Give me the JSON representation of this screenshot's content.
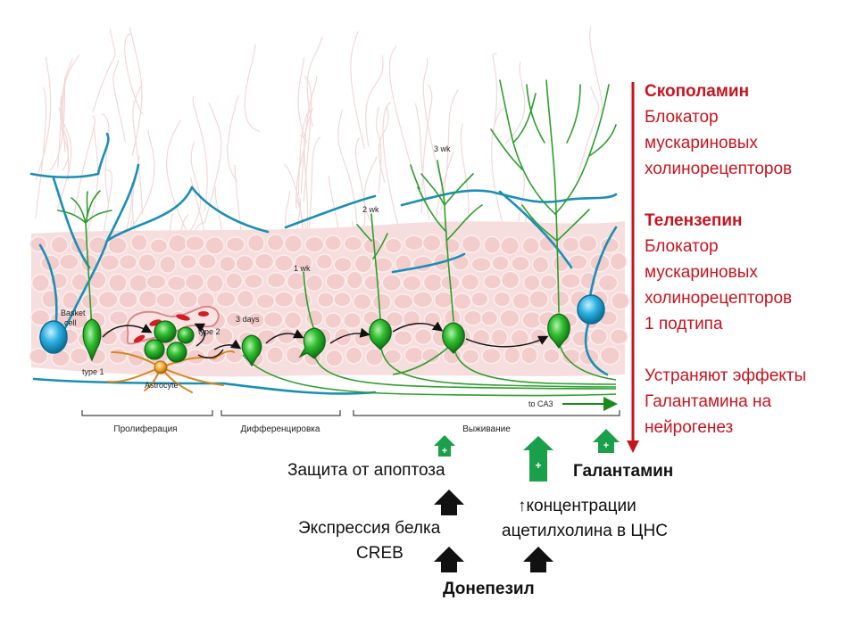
{
  "figure": {
    "cell_labels": {
      "basket_cell": "Basket\ncell",
      "type1": "type 1",
      "type2": "type 2",
      "astrocyte": "Astrocyte",
      "days3": "3 days",
      "wk1": "1 wk",
      "wk2": "2 wk",
      "wk3": "3 wk",
      "to_ca3": "to CA3"
    },
    "stages": {
      "proliferation": "Пролиферация",
      "differentiation": "Дифференцировка",
      "survival": "Выживание"
    }
  },
  "sidebar": {
    "drug1_name": "Скополамин",
    "drug1_desc": [
      "Блокатор",
      "мускариновых",
      "холинорецепторов"
    ],
    "drug2_name": "Телензепин",
    "drug2_desc": [
      "Блокатор",
      "мускариновых",
      "холинорецепторов",
      "1 подтипа"
    ],
    "note": [
      "Устраняют эффекты",
      "Галантамина на",
      "нейрогенез"
    ]
  },
  "flow": {
    "apoptosis": "Защита от апоптоза",
    "creb": [
      "Экспрессия белка",
      "CREB"
    ],
    "ach": [
      "↑концентрации",
      "ацетилхолина в ЦНС"
    ],
    "galantamine": "Галантамин",
    "donepezil": "Донепезил",
    "plus": "+"
  },
  "colors": {
    "accent_red": "#c8141e",
    "plus_green": "#1aa04a",
    "neuron_green": "#2e9e2e",
    "vessel_blue": "#1a8fb5",
    "astro_orange": "#d4881e",
    "tissue_pink": "#f6d6d6"
  }
}
